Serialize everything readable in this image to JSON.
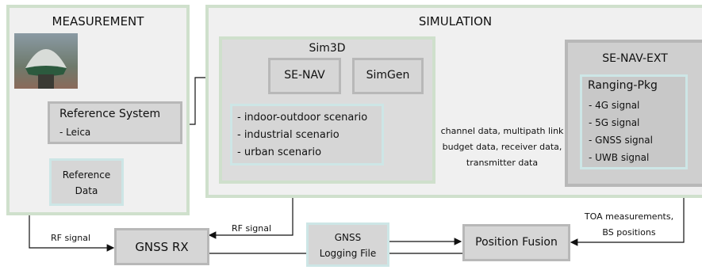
{
  "measurement": {
    "title": "MEASUREMENT",
    "reference_system": {
      "title": "Reference System",
      "item": "- Leica"
    },
    "reference_data": {
      "line1": "Reference",
      "line2": "Data"
    }
  },
  "simulation": {
    "title": "SIMULATION",
    "sim3d": {
      "title": "Sim3D",
      "se_nav": "SE-NAV",
      "simgen": "SimGen",
      "scenarios": [
        "- indoor-outdoor scenario",
        "- industrial scenario",
        "- urban scenario"
      ]
    },
    "se_nav_ext": {
      "title": "SE-NAV-EXT",
      "ranging_pkg": {
        "title": "Ranging-Pkg",
        "items": [
          "- 4G signal",
          "- 5G signal",
          "- GNSS signal",
          "- UWB signal"
        ]
      }
    }
  },
  "bottom": {
    "gnss_rx": "GNSS RX",
    "logging_file": {
      "line1": "GNSS",
      "line2": "Logging File"
    },
    "position_fusion": "Position Fusion"
  },
  "edge_labels": {
    "channel_data": [
      "channel data, multipath link",
      "budget data, receiver data,",
      "transmitter data"
    ],
    "rf_signal_left": "RF signal",
    "rf_signal_mid": "RF signal",
    "toa": [
      "TOA measurements,",
      "BS positions"
    ]
  }
}
